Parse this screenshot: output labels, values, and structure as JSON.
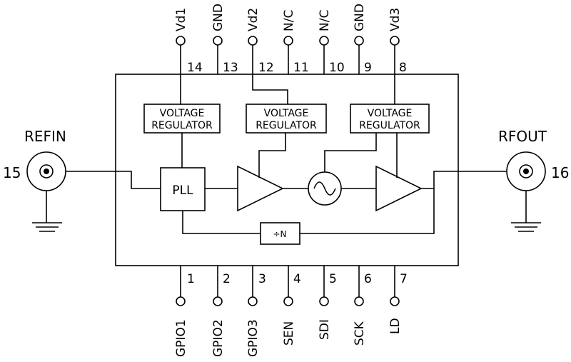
{
  "top_pins": [
    {
      "name": "Vd1",
      "number": "14"
    },
    {
      "name": "GND",
      "number": "13"
    },
    {
      "name": "Vd2",
      "number": "12"
    },
    {
      "name": "N/C",
      "number": "11"
    },
    {
      "name": "N/C",
      "number": "10"
    },
    {
      "name": "GND",
      "number": "9"
    },
    {
      "name": "Vd3",
      "number": "8"
    }
  ],
  "bottom_pins": [
    {
      "name": "GPIO1",
      "number": "1"
    },
    {
      "name": "GPIO2",
      "number": "2"
    },
    {
      "name": "GPIO3",
      "number": "3"
    },
    {
      "name": "SEN",
      "number": "4"
    },
    {
      "name": "SDI",
      "number": "5"
    },
    {
      "name": "SCK",
      "number": "6"
    },
    {
      "name": "LD",
      "number": "7"
    }
  ],
  "refin": {
    "label": "REFIN",
    "number": "15"
  },
  "rfout": {
    "label": "RFOUT",
    "number": "16"
  },
  "regulator": {
    "line1": "VOLTAGE",
    "line2": "REGULATOR"
  },
  "pll_label": "PLL",
  "divider_label": "÷N",
  "vco_symbol": "~"
}
